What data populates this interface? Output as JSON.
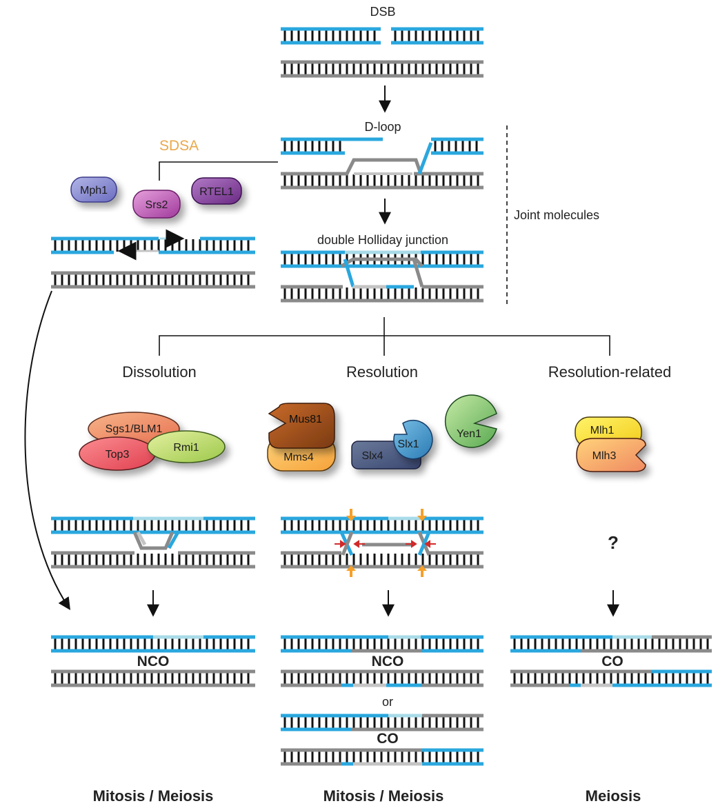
{
  "colors": {
    "blue": "#2aa7de",
    "light_blue": "#a9dbe8",
    "gray": "#8a8a8a",
    "light_gray": "#c4c4c4",
    "black": "#111111",
    "sdsa_orange": "#e9a84a",
    "arrow_orange": "#f5a02a",
    "arrow_red": "#d02a2a"
  },
  "labels": {
    "dsb": "DSB",
    "dloop": "D-loop",
    "dhj": "double Holliday junction",
    "joint_molecules": "Joint molecules",
    "sdsa": "SDSA",
    "dissolution": "Dissolution",
    "resolution": "Resolution",
    "resolution_related": "Resolution-related",
    "question": "?",
    "or": "or"
  },
  "outcomes": {
    "left_nco": "NCO",
    "mid_nco": "NCO",
    "mid_co": "CO",
    "right_co": "CO"
  },
  "footer": {
    "left": "Mitosis / Meiosis",
    "middle": "Mitosis / Meiosis",
    "right": "Meiosis"
  },
  "proteins": {
    "mph1": "Mph1",
    "srs2": "Srs2",
    "rtel1": "RTEL1",
    "sgs1": "Sgs1/BLM1",
    "top3": "Top3",
    "rmi1": "Rmi1",
    "mus81": "Mus81",
    "mms4": "Mms4",
    "slx4": "Slx4",
    "slx1": "Slx1",
    "yen1": "Yen1",
    "mlh1": "Mlh1",
    "mlh3": "Mlh3"
  }
}
